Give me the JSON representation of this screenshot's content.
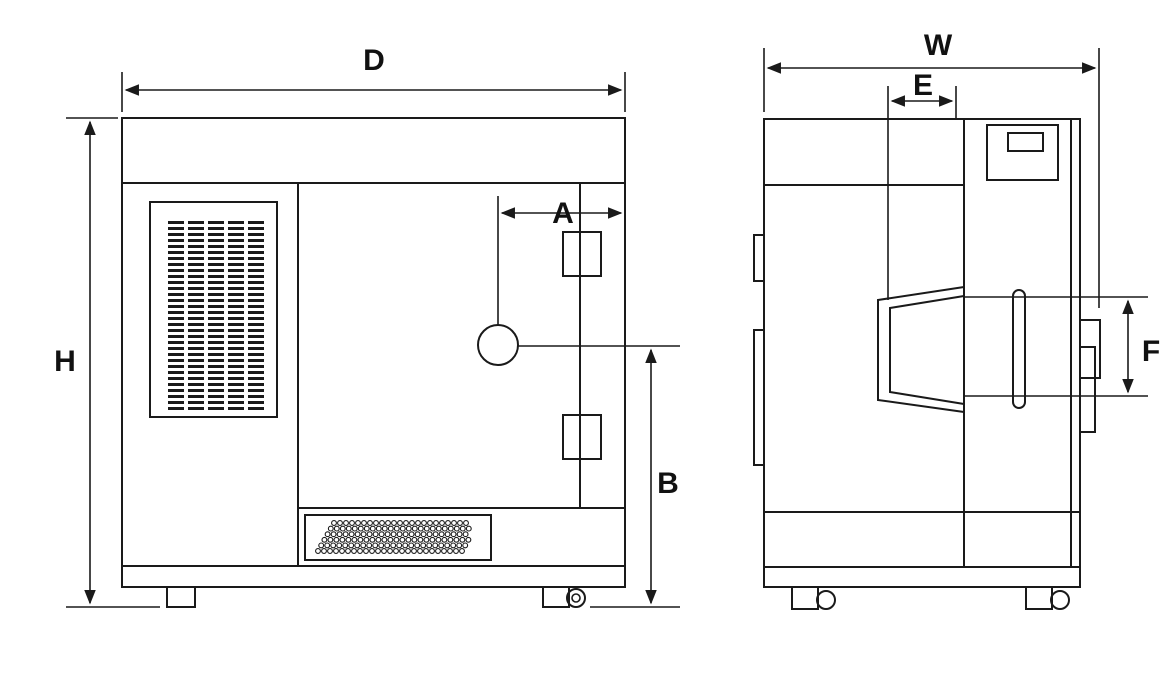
{
  "dimensions": {
    "D": "D",
    "H": "H",
    "A": "A",
    "B": "B",
    "W": "W",
    "E": "E",
    "F": "F"
  },
  "colors": {
    "line": "#1a1a1a",
    "background": "#ffffff"
  }
}
